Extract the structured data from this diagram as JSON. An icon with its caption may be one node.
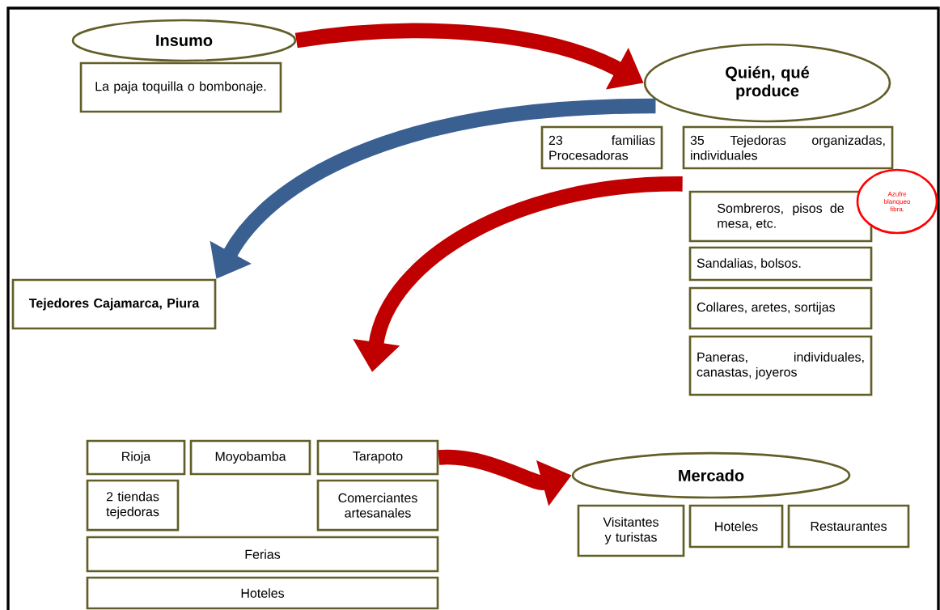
{
  "diagram": {
    "nodes": [
      {
        "text": [
          "Insumo"
        ]
      },
      {
        "text": [
          "La paja toquilla o bombonaje."
        ]
      },
      {
        "text": [
          "Quién, qué produce"
        ]
      },
      {
        "text": [
          "23 familias Procesadoras"
        ]
      },
      {
        "text": [
          "35 Tejedoras organizadas, individuales"
        ]
      },
      {
        "text": [
          "Sombreros, pisos de mesa, etc."
        ]
      },
      {
        "text": [
          "Azufre blanqueo fibra."
        ]
      },
      {
        "text": [
          "Sandalias, bolsos."
        ]
      },
      {
        "text": [
          "Collares, aretes, sortijas"
        ]
      },
      {
        "text": [
          "Paneras, individuales, canastas, joyeros"
        ]
      },
      {
        "text": [
          "Tejedores Cajamarca, Piura"
        ]
      },
      {
        "text": [
          "Rioja"
        ]
      },
      {
        "text": [
          "Moyobamba"
        ]
      },
      {
        "text": [
          "Tarapoto"
        ]
      },
      {
        "text": [
          "2 tiendas tejedoras"
        ]
      },
      {
        "text": [
          "Comerciantes artesanales"
        ]
      },
      {
        "text": [
          "Ferias"
        ]
      },
      {
        "text": [
          "Hoteles"
        ]
      },
      {
        "text": [
          "Mercado"
        ]
      },
      {
        "text": [
          "Visitantes y turistas"
        ]
      },
      {
        "text": [
          "Hoteles"
        ]
      },
      {
        "text": [
          "Restaurantes"
        ]
      }
    ],
    "edges": [
      {
        "from": 0,
        "to": 2,
        "arrow": "to"
      },
      {
        "from": 2,
        "to": 10,
        "arrow": "to",
        "color": "#3a5f91"
      },
      {
        "from": 4,
        "to": null,
        "arrow": "to"
      },
      {
        "from": 13,
        "to": 18,
        "arrow": "to"
      }
    ]
  }
}
